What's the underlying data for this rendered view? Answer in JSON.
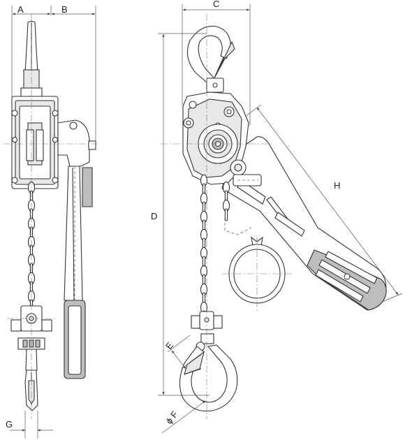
{
  "labels": {
    "A": "A",
    "B": "B",
    "C": "C",
    "D": "D",
    "E": "E",
    "F": "ϕ F",
    "G": "G",
    "H": "H"
  }
}
